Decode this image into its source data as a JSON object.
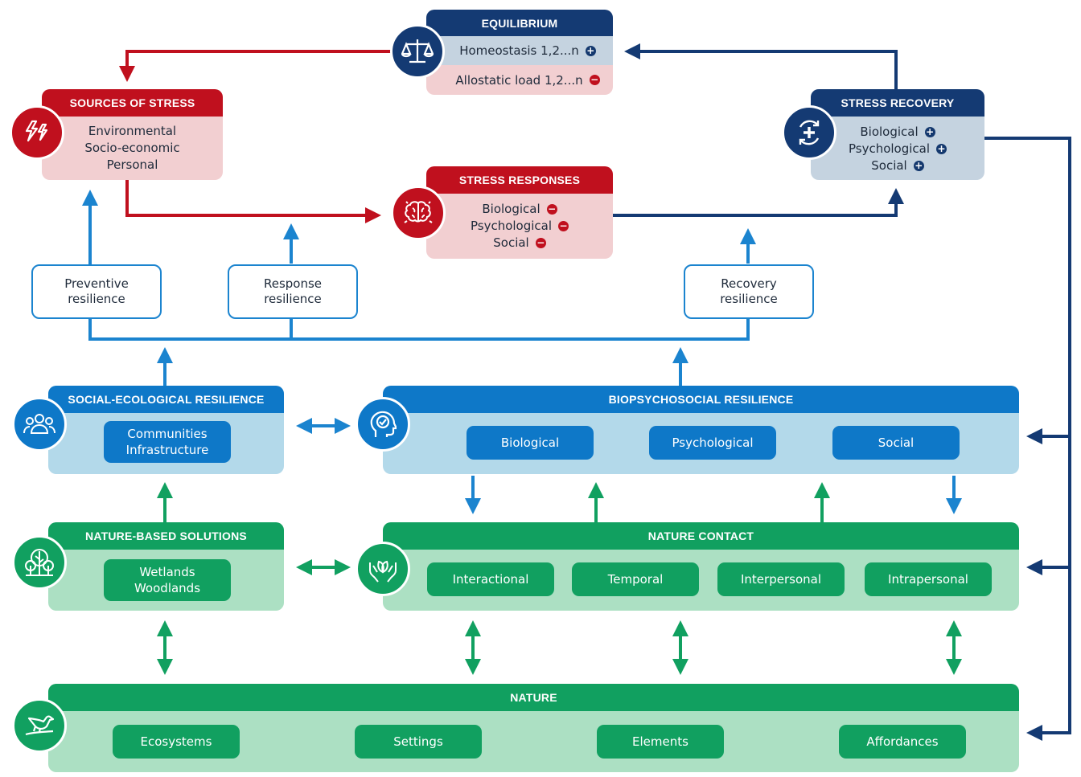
{
  "equilibrium": {
    "title": "EQUILIBRIUM",
    "homeostasis": "Homeostasis 1,2...n",
    "allostatic": "Allostatic load 1,2...n"
  },
  "sources": {
    "title": "SOURCES OF STRESS",
    "items": [
      "Environmental",
      "Socio-economic",
      "Personal"
    ]
  },
  "responses": {
    "title": "STRESS RESPONSES",
    "items": [
      "Biological",
      "Psychological",
      "Social"
    ]
  },
  "recovery": {
    "title": "STRESS RECOVERY",
    "items": [
      "Biological",
      "Psychological",
      "Social"
    ]
  },
  "resilience": {
    "preventive": [
      "Preventive",
      "resilience"
    ],
    "response": [
      "Response",
      "resilience"
    ],
    "recovery": [
      "Recovery",
      "resilience"
    ]
  },
  "social_ecological": {
    "title": "SOCIAL-ECOLOGICAL RESILIENCE",
    "items": [
      "Communities",
      "Infrastructure"
    ]
  },
  "biopsychosocial": {
    "title": "BIOPSYCHOSOCIAL RESILIENCE",
    "items": [
      "Biological",
      "Psychological",
      "Social"
    ]
  },
  "nature_based": {
    "title": "NATURE-BASED SOLUTIONS",
    "items": [
      "Wetlands",
      "Woodlands"
    ]
  },
  "nature_contact": {
    "title": "NATURE CONTACT",
    "items": [
      "Interactional",
      "Temporal",
      "Interpersonal",
      "Intrapersonal"
    ]
  },
  "nature": {
    "title": "NATURE",
    "items": [
      "Ecosystems",
      "Settings",
      "Elements",
      "Affordances"
    ]
  },
  "icons": {
    "equilibrium": "balance-scale-icon",
    "sources": "lightning-icon",
    "responses": "brain-icon",
    "recovery": "recovery-cycle-icon",
    "social_ecological": "community-icon",
    "biopsychosocial": "head-check-icon",
    "nature_based": "trees-icon",
    "nature_contact": "hands-leaf-icon",
    "nature": "bird-icon"
  },
  "colors": {
    "stress_red": "#c0101e",
    "stress_pink": "#f2cfd1",
    "navy": "#143a73",
    "navy_light": "#c5d3e0",
    "blue": "#0e78c8",
    "blue_light": "#b3d9ea",
    "green": "#11a060",
    "green_light": "#ace0c3"
  }
}
